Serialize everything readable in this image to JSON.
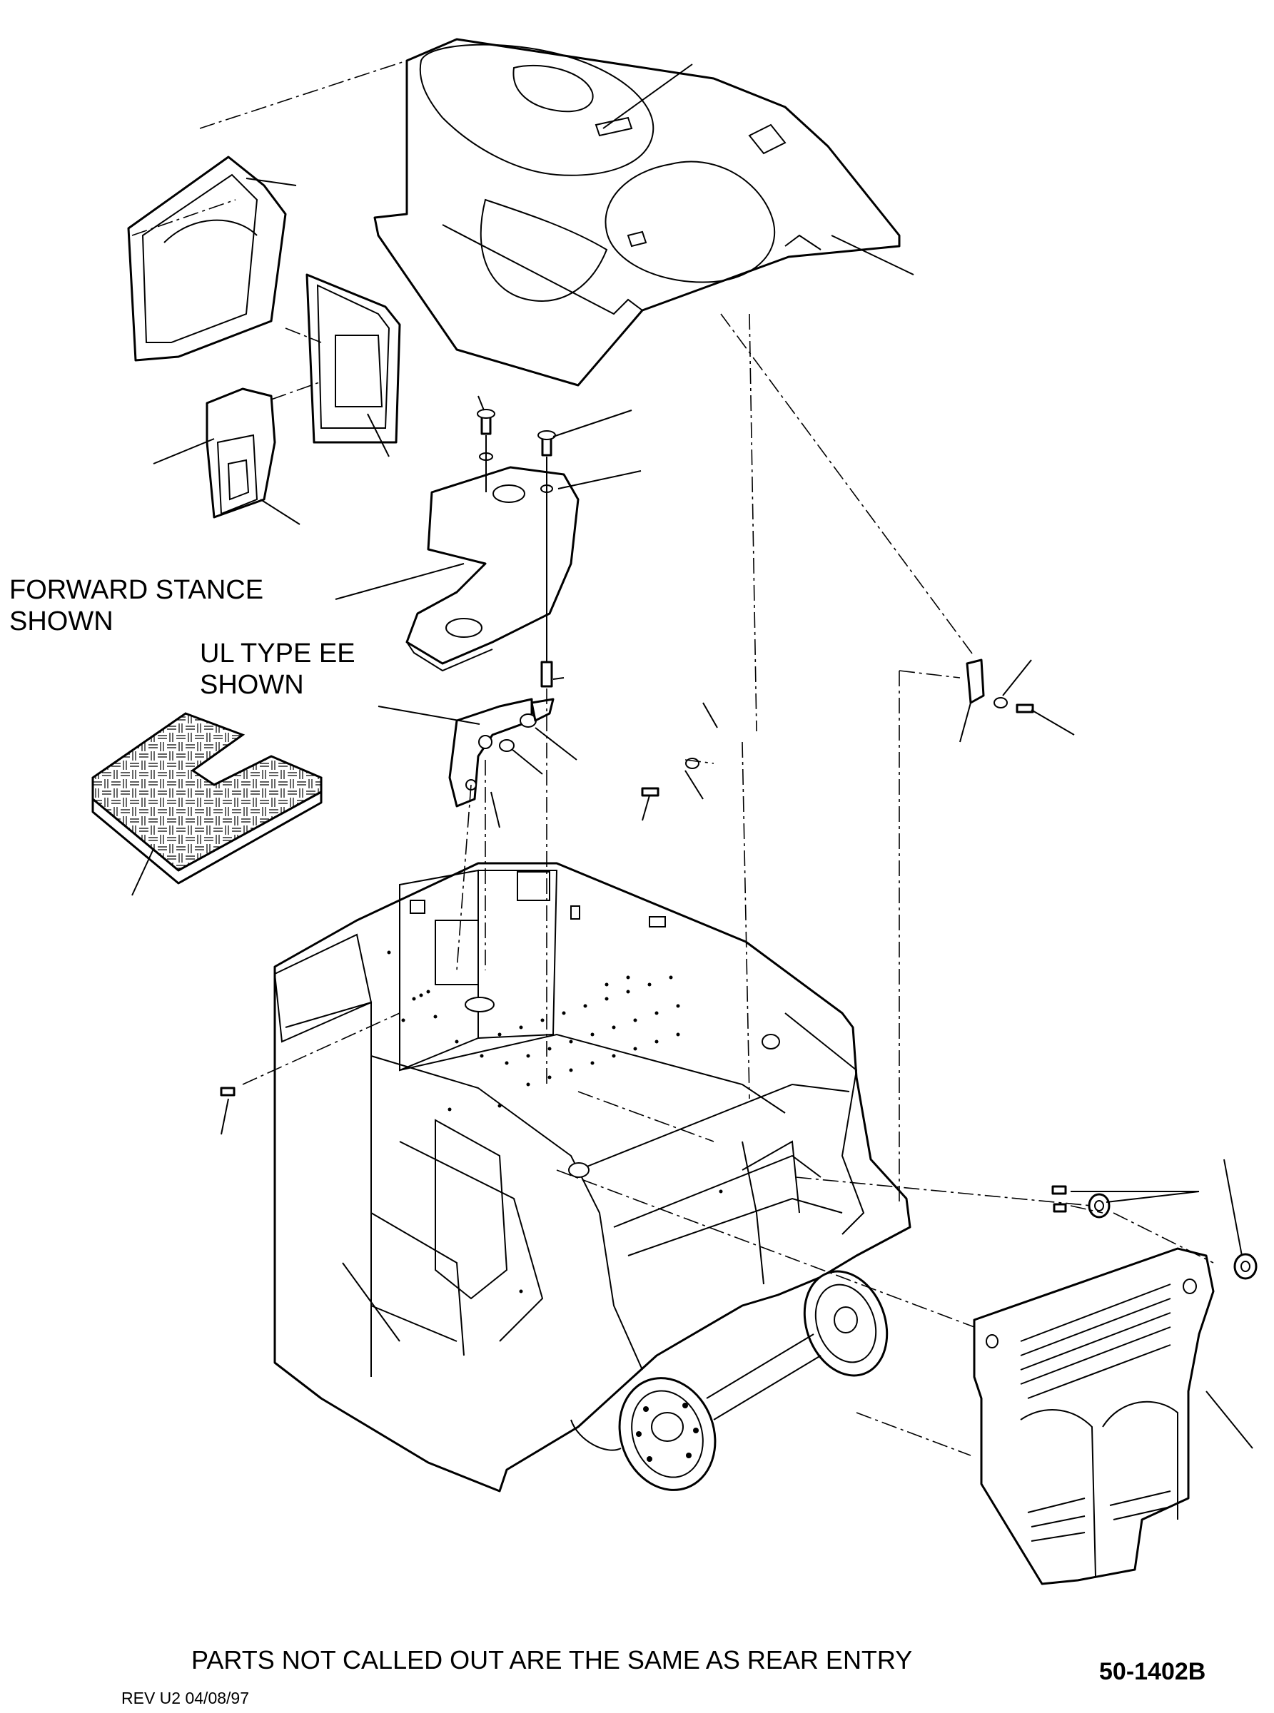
{
  "labels": {
    "forward_stance_1": "FORWARD STANCE",
    "forward_stance_2": "SHOWN",
    "ul_type_1": "UL TYPE EE",
    "ul_type_2": "SHOWN"
  },
  "footer": {
    "note": "PARTS NOT CALLED OUT ARE THE SAME AS REAR ENTRY",
    "drawing_number": "50-1402B",
    "revision": "REV U2 04/08/97"
  }
}
